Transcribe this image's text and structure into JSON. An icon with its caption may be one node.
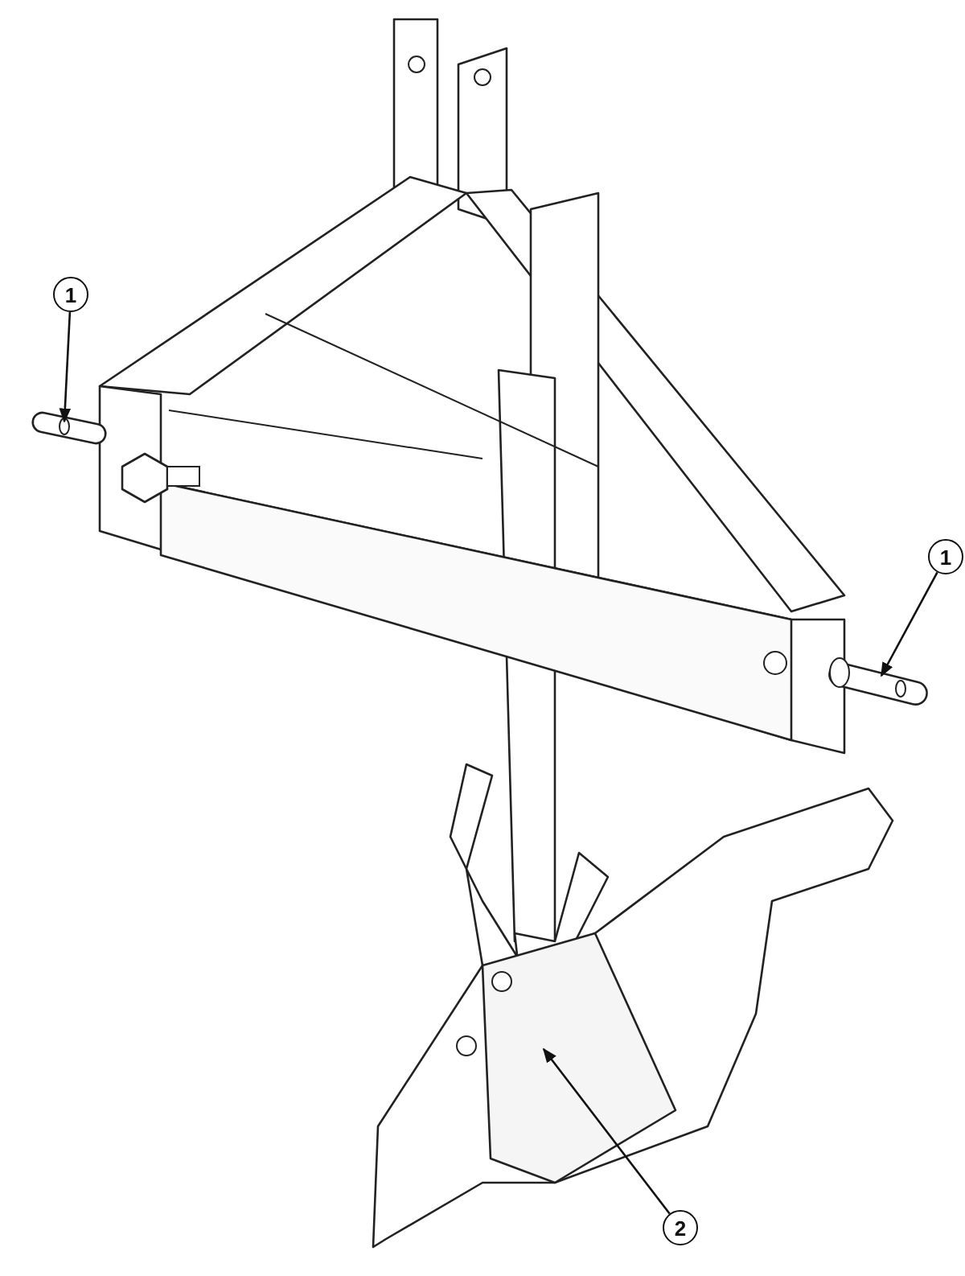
{
  "diagram": {
    "nodes": [
      {
        "text": [
          "1"
        ]
      },
      {
        "text": [
          "1"
        ]
      },
      {
        "text": [
          "2"
        ]
      },
      {
        "text": [],
        "shape": "picture"
      },
      {
        "text": [],
        "shape": "picture"
      },
      {
        "text": [],
        "shape": "picture"
      }
    ],
    "edges": [
      {
        "from": 0,
        "to": 3,
        "arrow": "to"
      },
      {
        "from": 1,
        "to": 4,
        "arrow": "to"
      },
      {
        "from": 2,
        "to": 5,
        "arrow": "to"
      }
    ]
  }
}
